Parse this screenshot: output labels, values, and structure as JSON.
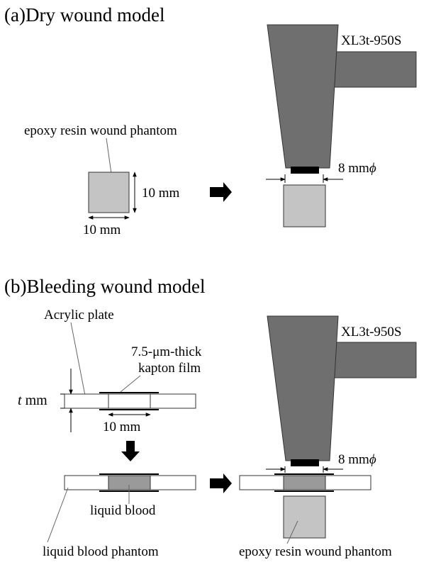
{
  "panel_a": {
    "title": "(a)Dry wound model",
    "device_label": "XL3t-950S",
    "phantom_label": "epoxy resin wound phantom",
    "height_dim": "10 mm",
    "width_dim": "10 mm",
    "aperture_num": "8 mm",
    "aperture_sym": "ϕ"
  },
  "panel_b": {
    "title": "(b)Bleeding wound model",
    "plate_label": "Acrylic plate",
    "film_label_line1": "7.5-μm-thick",
    "film_label_line2": "kapton film",
    "thickness_var": "t",
    "thickness_unit": " mm",
    "width_dim": "10 mm",
    "blood_label": "liquid blood",
    "blood_phantom_label": "liquid blood phantom",
    "device_label": "XL3t-950S",
    "aperture_num": "8 mm",
    "aperture_sym": "ϕ",
    "wound_phantom_label": "epoxy resin wound phantom"
  },
  "colors": {
    "device": "#6f6f6f",
    "device_stroke": "#333333",
    "phantom": "#c4c4c4",
    "blood": "#9a9a9a",
    "aperture": "#000000",
    "plate": "#ffffff"
  }
}
